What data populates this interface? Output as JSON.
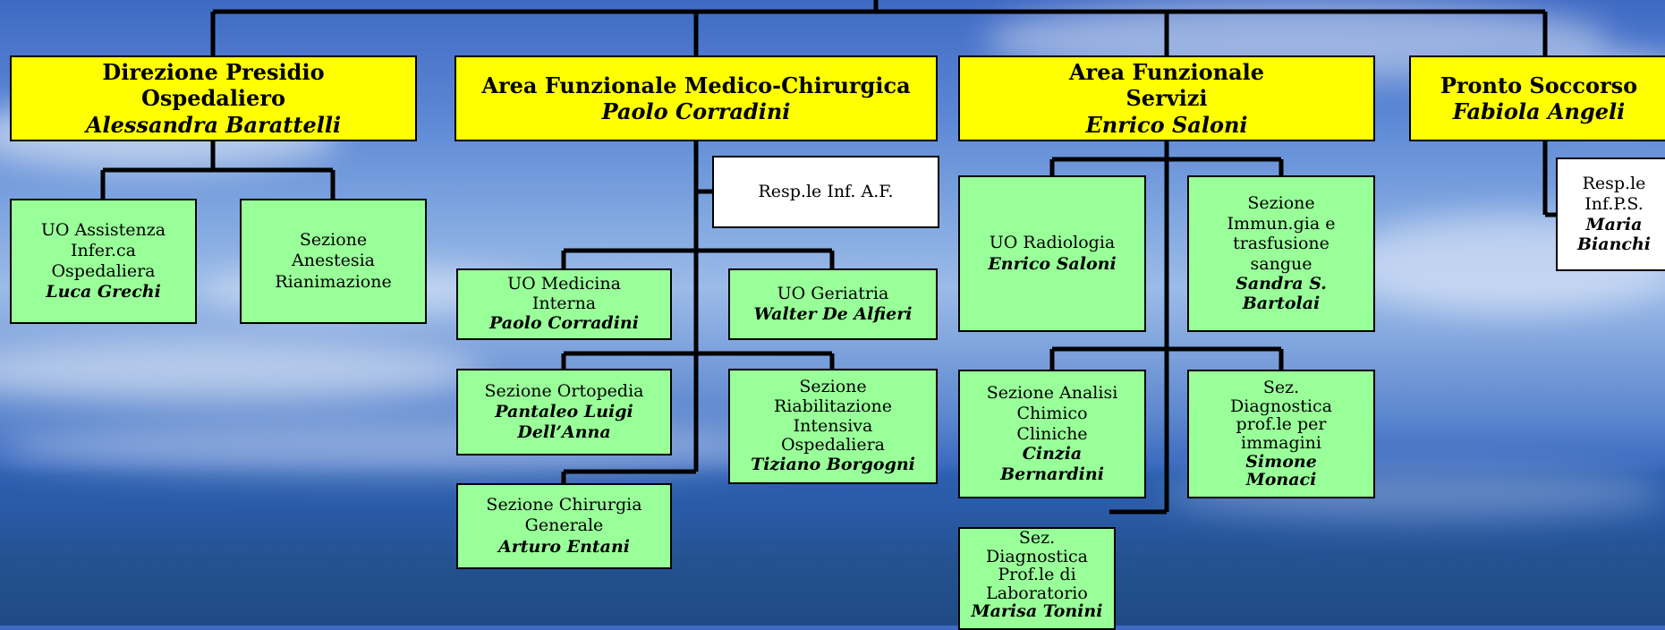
{
  "heads": {
    "direzione": {
      "title1": "Direzione Presidio",
      "title2": "Ospedaliero",
      "name": "Alessandra Barattelli"
    },
    "medico": {
      "title1": "Area Funzionale Medico-Chirurgica",
      "name": "Paolo Corradini"
    },
    "servizi": {
      "title1": "Area Funzionale",
      "title2": "Servizi",
      "name": "Enrico Saloni"
    },
    "pronto": {
      "title1": "Pronto Soccorso",
      "name": "Fabiola Angeli"
    }
  },
  "units": {
    "assistenza": {
      "l1": "UO Assistenza",
      "l2": "Infer.ca",
      "l3": "Ospedaliera",
      "name": "Luca Grechi"
    },
    "anestesia": {
      "l1": "Sezione",
      "l2": "Anestesia",
      "l3": "Rianimazione"
    },
    "resp_af": {
      "l1": "Resp.le Inf. A.F."
    },
    "medicina": {
      "l1": "UO Medicina",
      "l2": "Interna",
      "name": "Paolo Corradini"
    },
    "geriatria": {
      "l1": "UO Geriatria",
      "name": "Walter De Alfieri"
    },
    "ortopedia": {
      "l1": "Sezione Ortopedia",
      "name1": "Pantaleo Luigi",
      "name2": "Dell’Anna"
    },
    "riabilitazione": {
      "l1": "Sezione",
      "l2": "Riabilitazione",
      "l3": "Intensiva",
      "l4": "Ospedaliera",
      "name": "Tiziano Borgogni"
    },
    "chirurgia": {
      "l1": "Sezione Chirurgia",
      "l2": "Generale",
      "name": "Arturo Entani"
    },
    "radiologia": {
      "l1": "UO Radiologia",
      "name": "Enrico Saloni"
    },
    "immun": {
      "l1": "Sezione",
      "l2": "Immun.gia e",
      "l3": "trasfusione",
      "l4": "sangue",
      "name1": "Sandra S.",
      "name2": "Bartolai"
    },
    "analisi": {
      "l1": "Sezione Analisi",
      "l2": "Chimico",
      "l3": "Cliniche",
      "name1": "Cinzia",
      "name2": "Bernardini"
    },
    "diagn_imm": {
      "l1": "Sez.",
      "l2": "Diagnostica",
      "l3": "prof.le per",
      "l4": "immagini",
      "name1": "Simone",
      "name2": "Monaci"
    },
    "diagn_lab": {
      "l1": "Sez.",
      "l2": "Diagnostica",
      "l3": "Prof.le di",
      "l4": "Laboratorio",
      "name": "Marisa Tonini"
    },
    "resp_ps": {
      "l1": "Resp.le",
      "l2": "Inf.P.S.",
      "name1": "Maria",
      "name2": "Bianchi"
    }
  }
}
